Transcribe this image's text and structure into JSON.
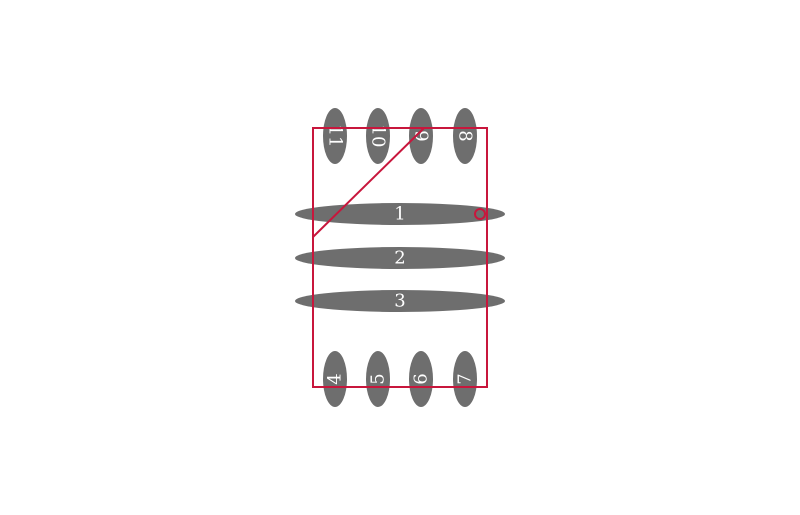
{
  "pads": {
    "p1": "1",
    "p2": "2",
    "p3": "3",
    "p4": "4",
    "p5": "5",
    "p6": "6",
    "p7": "7",
    "p8": "8",
    "p9": "9",
    "p10": "10",
    "p11": "11"
  },
  "colors": {
    "pad": "#6e6e6e",
    "outline": "#c8163c",
    "label": "#ffffff",
    "background": "#ffffff"
  },
  "watermark": {
    "line1": "",
    "line2": ""
  }
}
